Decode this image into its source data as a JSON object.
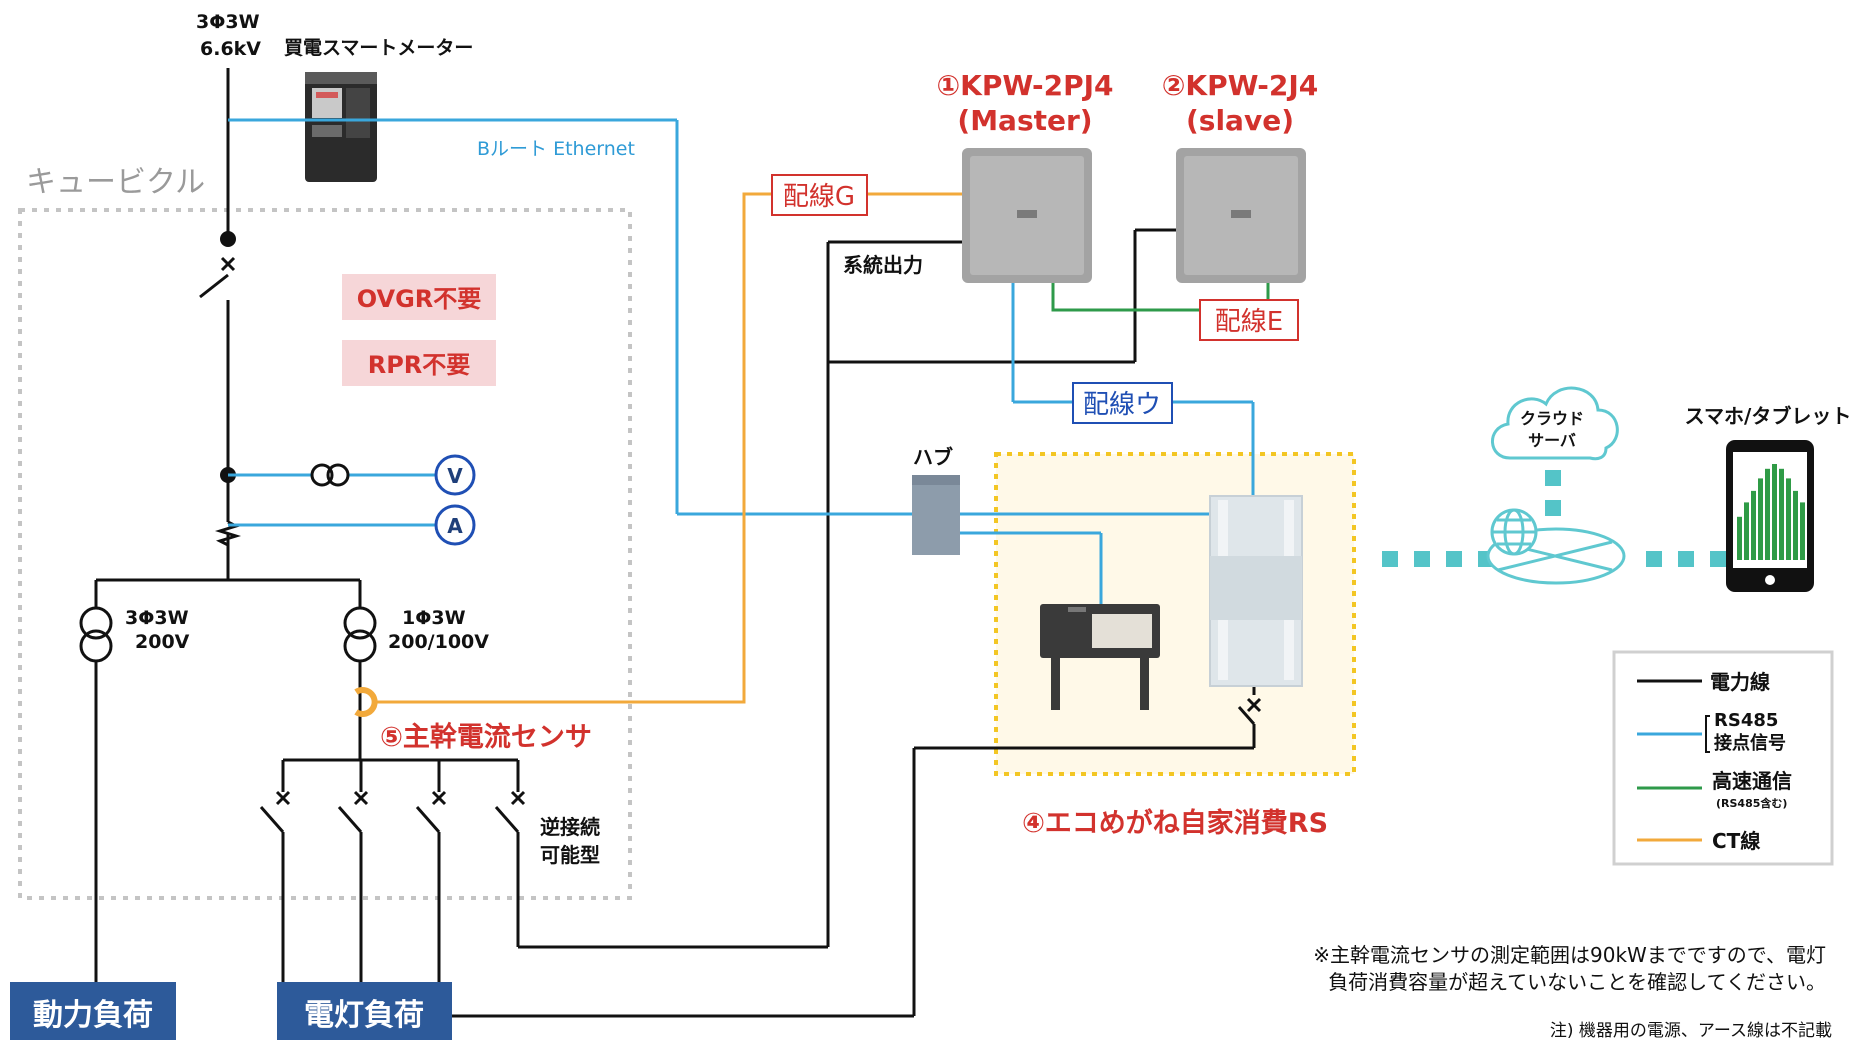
{
  "colors": {
    "power_line": "#111111",
    "rs485_line": "#3aa7dc",
    "highspeed_line": "#2e9a4a",
    "ct_line": "#f2a93b",
    "red_text": "#d2322d",
    "blue_label": "#1f4fb4",
    "load_box": "#2d5a9a",
    "cubicle_border": "#c4c4c4",
    "rs_border": "#f3c623",
    "rs_fill": "#fff9e8",
    "cloud_line": "#5fc8d0",
    "dot_line": "#54c4c8",
    "phone_screen_bars": "#2f9b46"
  },
  "source": {
    "line1": "3Φ3W",
    "line2": "6.6kV"
  },
  "meter": {
    "label": "買電スマートメーター"
  },
  "broute": {
    "label": "Bルート Ethernet"
  },
  "cubicle": {
    "label": "キュービクル"
  },
  "badges": {
    "ovgr": "OVGR不要",
    "rpr": "RPR不要"
  },
  "instruments": {
    "voltmeter": "V",
    "ammeter": "A"
  },
  "transformers": {
    "t1_line1": "3Φ3W",
    "t1_line2": "200V",
    "t2_line1": "1Φ3W",
    "t2_line2": "200/100V"
  },
  "sensor": {
    "label": "⑤主幹電流センサ"
  },
  "reverse": {
    "line1": "逆接続",
    "line2": "可能型"
  },
  "loads": {
    "power": "動力負荷",
    "light": "電灯負荷"
  },
  "pcs_master": {
    "line1": "①KPW-2PJ4",
    "line2": "(Master)"
  },
  "pcs_slave": {
    "line1": "②KPW-2J4",
    "line2": "(slave)"
  },
  "wiring": {
    "g": "配線G",
    "e": "配線E",
    "u": "配線ウ",
    "system_output": "系統出力"
  },
  "hub": {
    "label": "ハブ"
  },
  "rs": {
    "label": "④エコめがね自家消費RS"
  },
  "cloud": {
    "line1": "クラウド",
    "line2": "サーバ"
  },
  "phone": {
    "label": "スマホ/タブレット",
    "bar_levels": [
      0.45,
      0.6,
      0.72,
      0.85,
      0.95,
      1.0,
      0.95,
      0.85,
      0.72,
      0.6
    ]
  },
  "legend": {
    "power": "電力線",
    "rs485_line1": "RS485",
    "rs485_line2": "接点信号",
    "highspeed_line1": "高速通信",
    "highspeed_line2": "(RS485含む)",
    "ct": "CT線"
  },
  "note": {
    "line1": "※主幹電流センサの測定範囲は90kWまでですので、電灯",
    "line2": "負荷消費容量が超えていないことを確認してください。",
    "footer": "注) 機器用の電源、アース線は不記載"
  }
}
